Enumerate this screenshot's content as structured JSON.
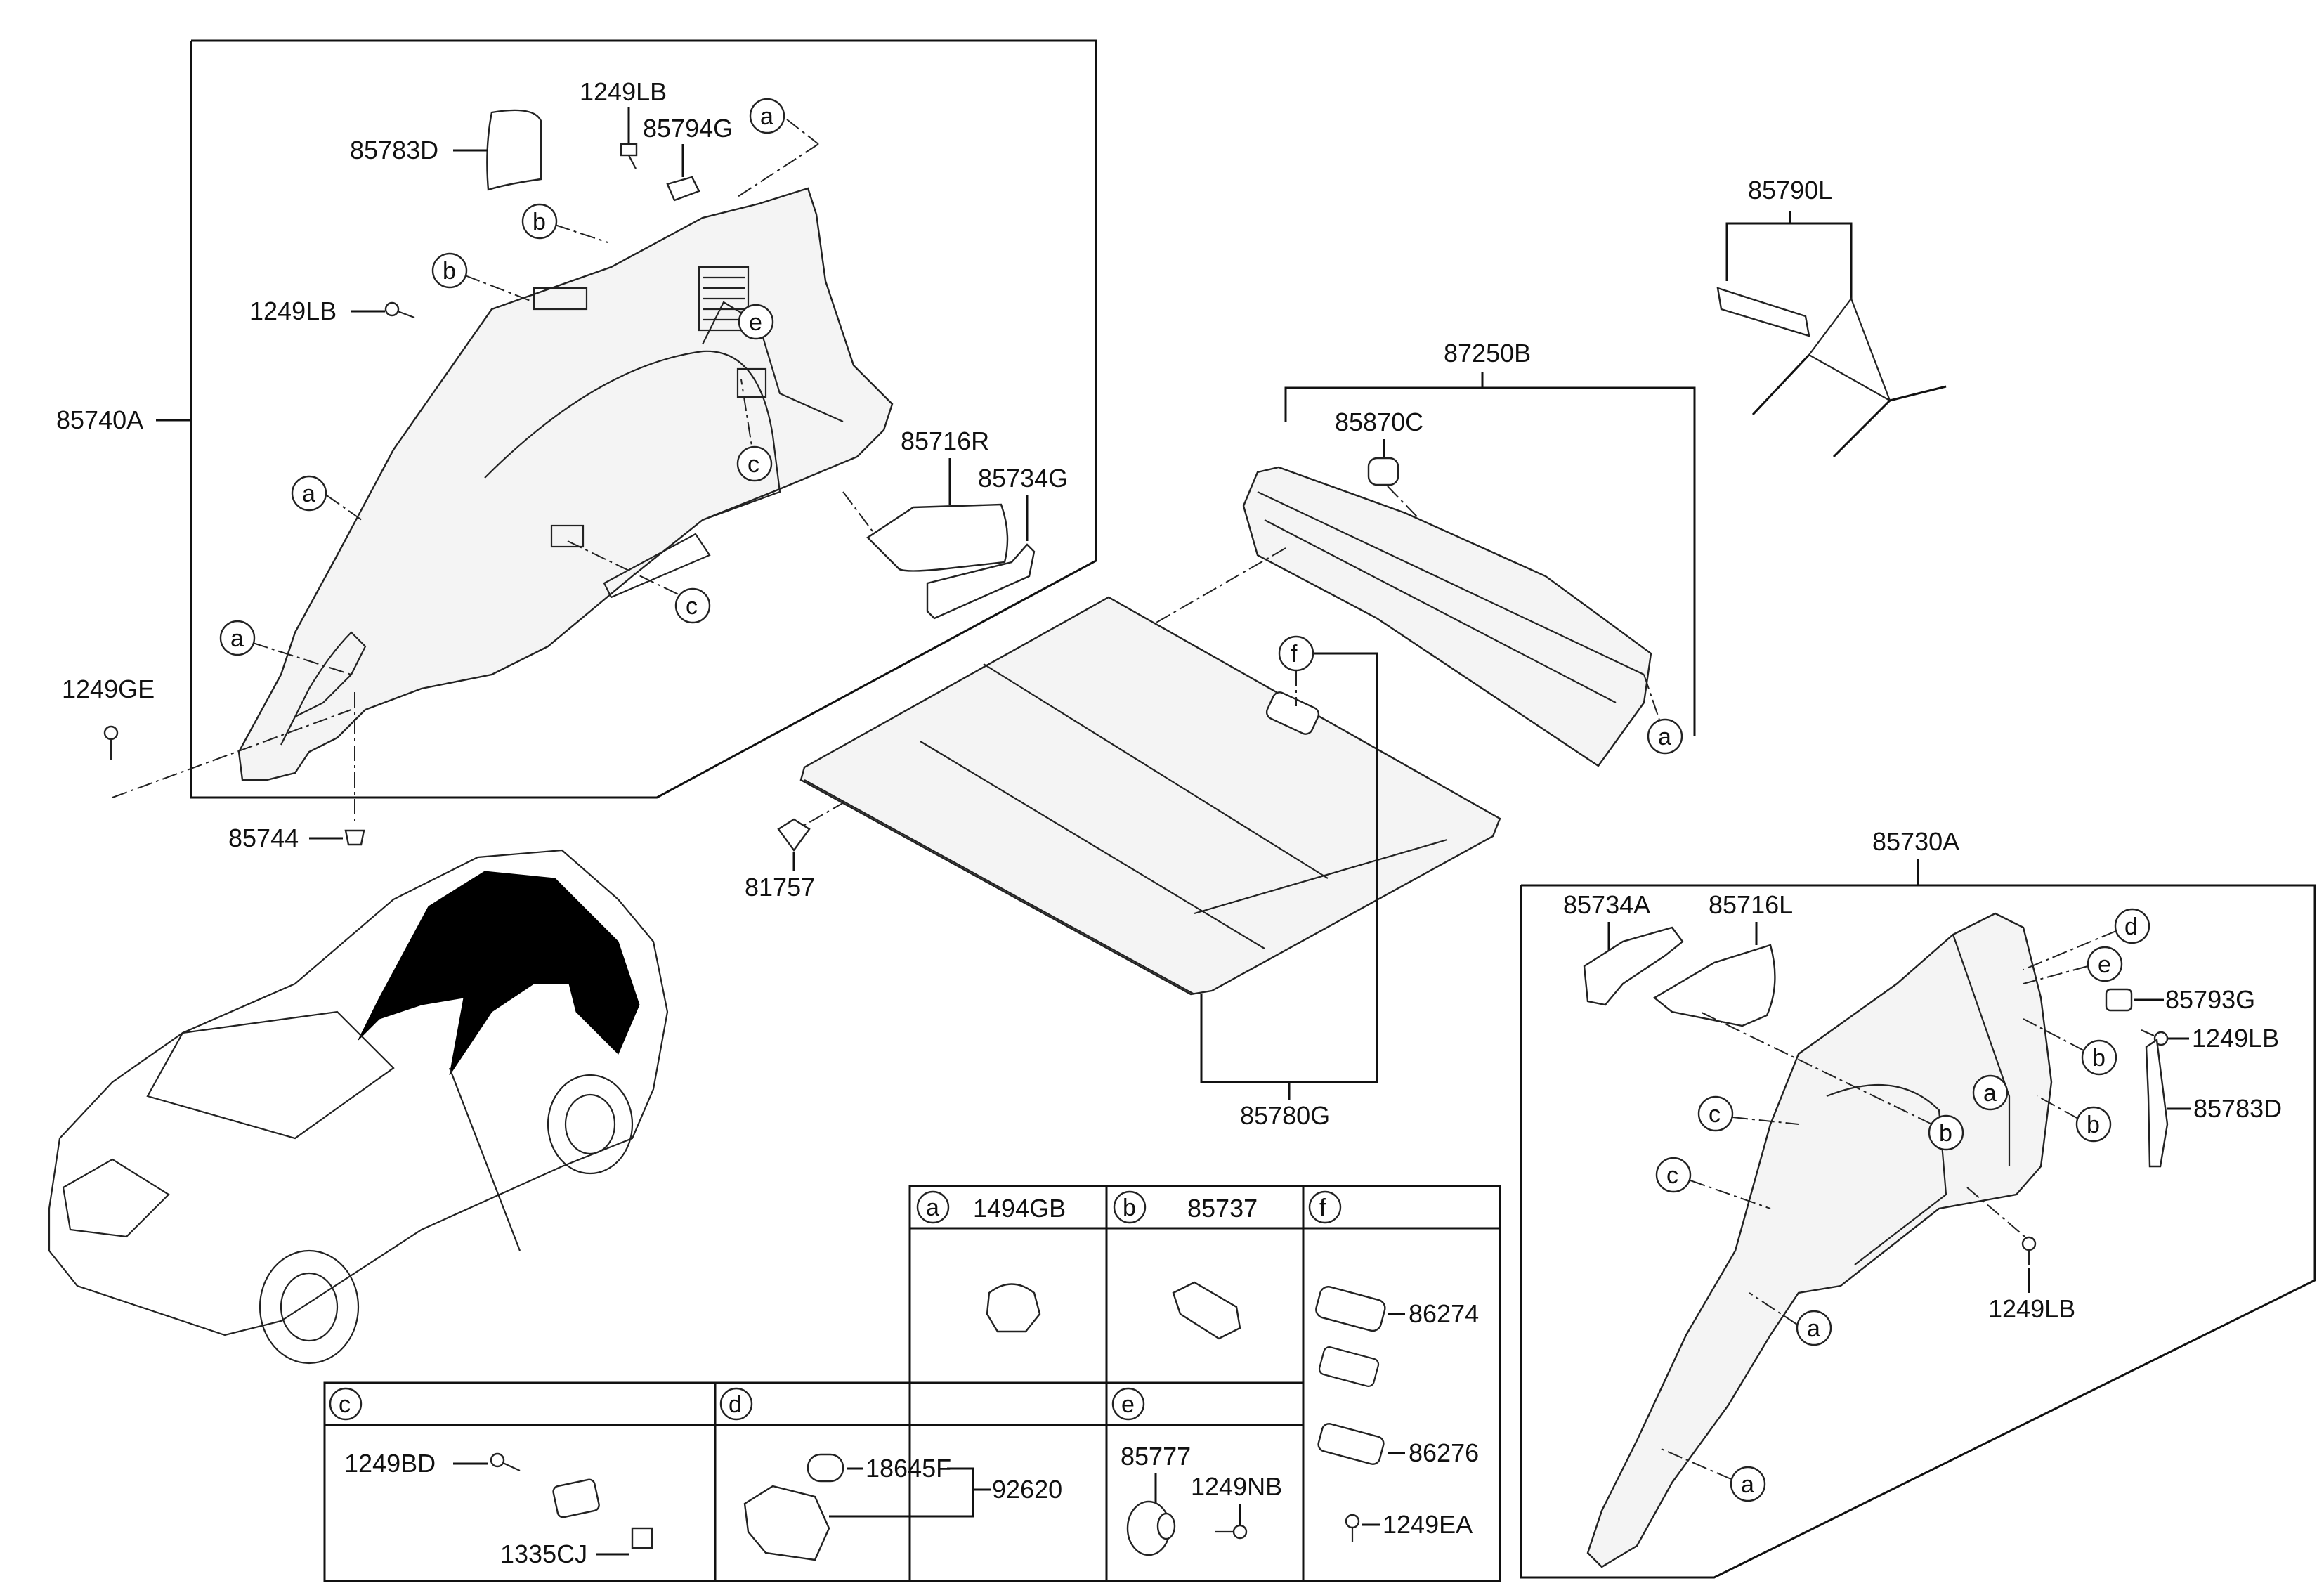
{
  "labels": {
    "p85783D_left": "85783D",
    "p1249LB_top": "1249LB",
    "p85794G": "85794G",
    "p1249LB_left": "1249LB",
    "p85740A": "85740A",
    "p1249GE": "1249GE",
    "p85744": "85744",
    "p85716R": "85716R",
    "p85734G": "85734G",
    "p85790L": "85790L",
    "p87250B": "87250B",
    "p85870C": "85870C",
    "p81757": "81757",
    "p85780G": "85780G",
    "p85730A": "85730A",
    "p85734A": "85734A",
    "p85716L": "85716L",
    "p85793G": "85793G",
    "p1249LB_right": "1249LB",
    "p85783D_right": "85783D",
    "p1249LB_bottom": "1249LB"
  },
  "callouts": {
    "a": "a",
    "b": "b",
    "c": "c",
    "d": "d",
    "e": "e",
    "f": "f"
  },
  "table": {
    "a_header": "1494GB",
    "b_header": "85737",
    "c_parts": {
      "bolt": "1249BD",
      "nut": "1335CJ"
    },
    "d_parts": {
      "bulb": "18645F",
      "lamp": "92620"
    },
    "e_parts": {
      "cap": "85777",
      "screw": "1249NB"
    },
    "f_parts": {
      "bezel": "86274",
      "handle": "86276",
      "screw": "1249EA"
    }
  }
}
